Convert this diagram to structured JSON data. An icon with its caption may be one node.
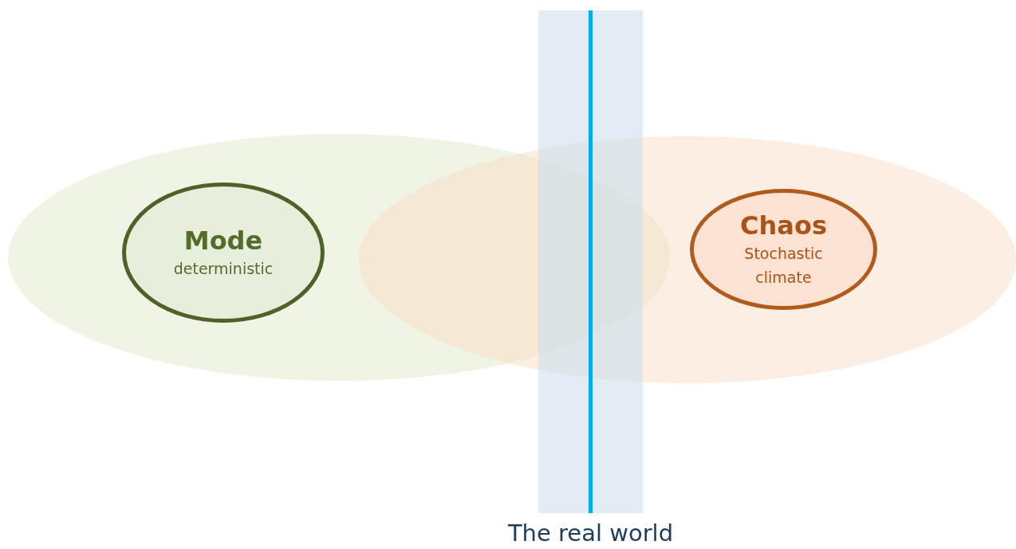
{
  "diagram": {
    "nodes": [
      {
        "text": [],
        "shape": "ellipse"
      },
      {
        "text": [
          "Mode",
          "deterministic"
        ],
        "in": 0
      },
      {
        "text": [],
        "shape": "ellipse"
      },
      {
        "text": [
          "Chaos",
          "Stochastic climate"
        ],
        "in": 2
      },
      {
        "text": [
          "The real world"
        ]
      }
    ]
  }
}
